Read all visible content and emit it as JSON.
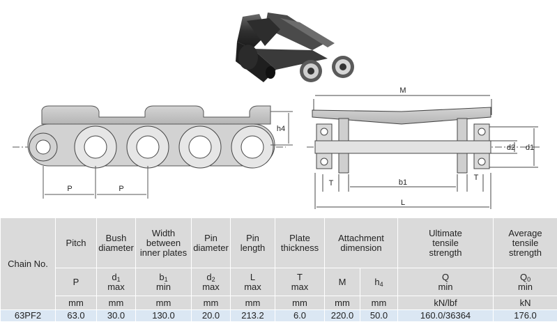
{
  "drawing": {
    "labels": {
      "p_left": "P",
      "p_right": "P",
      "h4": "h4",
      "m": "M",
      "d2": "d2",
      "d1": "d1",
      "t_left": "T",
      "t_right": "T",
      "b1": "b1",
      "l": "L"
    }
  },
  "table": {
    "chain_no_label": "Chain No.",
    "columns": [
      {
        "header": "Pitch",
        "symbol": "P",
        "qualifier": "",
        "unit": "mm"
      },
      {
        "header": "Bush diameter",
        "symbol": "d1",
        "qualifier": "max",
        "unit": "mm"
      },
      {
        "header": "Width between inner plates",
        "symbol": "b1",
        "qualifier": "min",
        "unit": "mm"
      },
      {
        "header": "Pin diameter",
        "symbol": "d2",
        "qualifier": "max",
        "unit": "mm"
      },
      {
        "header": "Pin length",
        "symbol": "L",
        "qualifier": "max",
        "unit": "mm"
      },
      {
        "header": "Plate thickness",
        "symbol": "T",
        "qualifier": "max",
        "unit": "mm"
      },
      {
        "header": "Attachment dimension",
        "symbol": "M",
        "qualifier": "",
        "unit": "mm"
      },
      {
        "header": "",
        "symbol": "h4",
        "qualifier": "",
        "unit": "mm"
      },
      {
        "header": "Ultimate tensile strength",
        "symbol": "Q",
        "qualifier": "min",
        "unit": "kN/lbf"
      },
      {
        "header": "Average tensile strength",
        "symbol": "Q0",
        "qualifier": "min",
        "unit": "kN"
      }
    ],
    "header_lines": {
      "pitch": [
        "Pitch"
      ],
      "bush": [
        "Bush",
        "diameter"
      ],
      "width": [
        "Width",
        "between",
        "inner plates"
      ],
      "pin_d": [
        "Pin",
        "diameter"
      ],
      "pin_l": [
        "Pin",
        "length"
      ],
      "plate": [
        "Plate",
        "thickness"
      ],
      "attach": [
        "Attachment",
        "dimension"
      ],
      "ult": [
        "Ultimate",
        "tensile",
        "strength"
      ],
      "avg": [
        "Average",
        "tensile",
        "strength"
      ]
    },
    "rows": [
      {
        "chain_no": "63PF2",
        "values": [
          "63.0",
          "30.0",
          "130.0",
          "20.0",
          "213.2",
          "6.0",
          "220.0",
          "50.0",
          "160.0/36364",
          "176.0"
        ]
      }
    ]
  }
}
